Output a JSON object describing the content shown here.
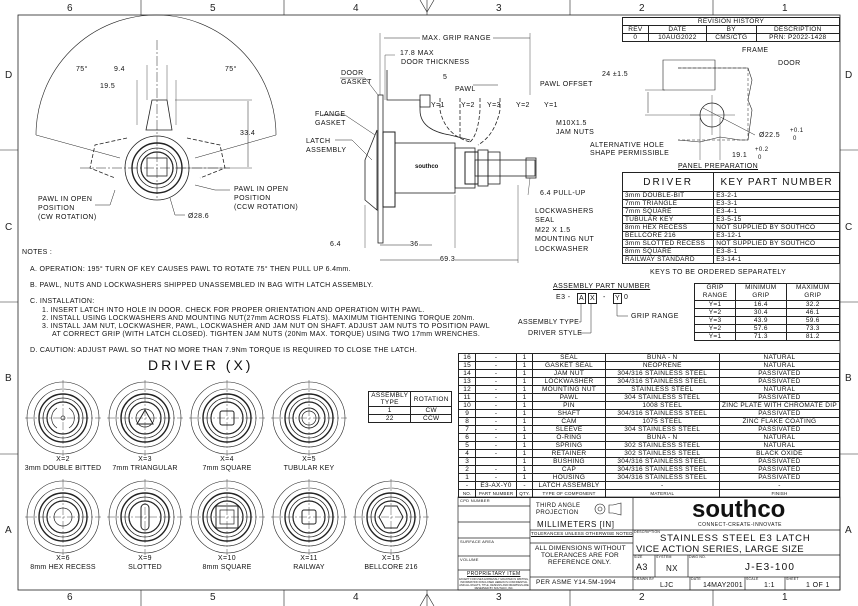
{
  "zones": {
    "columns": [
      "6",
      "5",
      "4",
      "3",
      "2",
      "1"
    ],
    "rows": [
      "D",
      "C",
      "B",
      "A"
    ]
  },
  "revision": {
    "title": "REVISION HISTORY",
    "headers": [
      "REV",
      "DATE",
      "BY",
      "DESCRIPTION"
    ],
    "row": [
      "0",
      "10AUG2022",
      "CMS/CTG",
      "PRN: P2022-1428"
    ]
  },
  "top_view": {
    "angle_left": "75°",
    "angle_right": "75°",
    "dim_9_4": "9.4",
    "dim_19_5": "19.5",
    "dim_33_4": "33.4",
    "dim_dia": "Ø28.6",
    "pawl_cw": [
      "PAWL IN OPEN",
      "POSITION",
      "(CW ROTATION)"
    ],
    "pawl_ccw": [
      "PAWL IN OPEN",
      "POSITION",
      "(CCW ROTATION)"
    ]
  },
  "side_view": {
    "max_grip": "MAX. GRIP RANGE",
    "door_thickness": [
      "17.8 MAX",
      "DOOR THICKNESS"
    ],
    "door_gasket": [
      "DOOR",
      "GASKET"
    ],
    "dim_5": "5",
    "pawl": "PAWL",
    "pawl_offset": "PAWL OFFSET",
    "flange_gasket": [
      "FLANGE",
      "GASKET"
    ],
    "latch_assembly": [
      "LATCH",
      "ASSEMBLY"
    ],
    "y_labels": [
      "Y=1",
      "Y=2",
      "Y=3",
      "Y=2",
      "Y=1"
    ],
    "jam_nuts": [
      "M10X1.5",
      "JAM NUTS"
    ],
    "brand": "southco",
    "pull_up": "6.4 PULL-UP",
    "lockwashers": "LOCKWASHERS",
    "seal": "SEAL",
    "mounting_nut": [
      "M22 X 1.5",
      "MOUNTING NUT"
    ],
    "lockwasher": "LOCKWASHER",
    "dim_6_4": "6.4",
    "dim_36": "36",
    "dim_69_3": "69.3"
  },
  "panel": {
    "frame": "FRAME",
    "door": "DOOR",
    "dim_24": "24 ±1.5",
    "alt_hole": [
      "ALTERNATIVE HOLE",
      "SHAPE PERMISSIBLE"
    ],
    "dia": "Ø22.5",
    "dia_tol": [
      "+0.1",
      "0"
    ],
    "width": "19.1",
    "width_tol": [
      "+0.2",
      "0"
    ],
    "title": "PANEL PREPARATION"
  },
  "key_table": {
    "headers": [
      "DRIVER",
      "KEY PART NUMBER"
    ],
    "rows": [
      [
        "3mm DOUBLE-BIT",
        "E3-2-1"
      ],
      [
        "7mm TRIANGLE",
        "E3-3-1"
      ],
      [
        "7mm SQUARE",
        "E3-4-1"
      ],
      [
        "TUBULAR KEY",
        "E3-5-15"
      ],
      [
        "8mm HEX RECESS",
        "NOT SUPPLIED BY SOUTHCO"
      ],
      [
        "BELLCORE 216",
        "E3-12-1"
      ],
      [
        "3mm SLOTTED RECESS",
        "NOT SUPPLIED BY SOUTHCO"
      ],
      [
        "8mm SQUARE",
        "E3-8-1"
      ],
      [
        "RAILWAY STANDARD",
        "E3-14-1"
      ]
    ],
    "footnote": "KEYS TO BE ORDERED SEPARATELY"
  },
  "notes": {
    "title": "NOTES :",
    "lines": [
      "A. OPERATION: 195° TURN OF KEY CAUSES PAWL TO ROTATE 75° THEN PULL UP 6.4mm.",
      "B. PAWL, NUTS AND LOCKWASHERS SHIPPED UNASSEMBLED IN BAG WITH LATCH ASSEMBLY.",
      "C. INSTALLATION:",
      "1. INSERT LATCH INTO HOLE IN DOOR. CHECK FOR PROPER ORIENTATION AND OPERATION WITH PAWL.",
      "2. INSTALL USING LOCKWASHERS AND MOUNTING NUT(27mm ACROSS FLATS). MAXIMUM TIGHTENING TORQUE 20Nm.",
      "3. INSTALL JAM NUT, LOCKWASHER, PAWL, LOCKWASHER AND JAM NUT ON SHAFT. ADJUST JAM NUTS TO POSITION PAWL",
      "AT CORRECT GRIP (WITH LATCH CLOSED). TIGHTEN JAM NUTS (20Nm MAX. TORQUE) USING TWO 17mm WRENCHES.",
      "D. CAUTION: ADJUST PAWL SO THAT NO MORE THAN 7.9Nm TORQUE IS REQUIRED TO CLOSE THE LATCH."
    ]
  },
  "assembly_pn": {
    "title": "ASSEMBLY PART NUMBER",
    "prefix": "E3 -",
    "a": "A",
    "x": "X",
    "dash": "-",
    "y": "Y",
    "suffix": "0",
    "assembly_type": "ASSEMBLY TYPE",
    "driver_style": "DRIVER STYLE",
    "grip_range": "GRIP RANGE"
  },
  "grip_table": {
    "headers": [
      [
        "GRIP",
        "RANGE"
      ],
      [
        "MINIMUM",
        "GRIP"
      ],
      [
        "MAXIMUM",
        "GRIP"
      ]
    ],
    "rows": [
      [
        "Y=1",
        "16.4",
        "32.2"
      ],
      [
        "Y=2",
        "30.4",
        "46.1"
      ],
      [
        "Y=3",
        "43.9",
        "59.6"
      ],
      [
        "Y=2",
        "57.6",
        "73.3"
      ],
      [
        "Y=1",
        "71.3",
        "81.2"
      ]
    ]
  },
  "drivers": {
    "title": "DRIVER (X)",
    "items": [
      {
        "code": "X=2",
        "name": "3mm DOUBLE BITTED",
        "shape": "double-bit"
      },
      {
        "code": "X=3",
        "name": "7mm TRIANGULAR",
        "shape": "triangle"
      },
      {
        "code": "X=4",
        "name": "7mm SQUARE",
        "shape": "square"
      },
      {
        "code": "X=5",
        "name": "TUBULAR KEY",
        "shape": "tubular"
      },
      {
        "code": "X=6",
        "name": "8mm HEX RECESS",
        "shape": "hex-recess"
      },
      {
        "code": "X=9",
        "name": "SLOTTED",
        "shape": "slot"
      },
      {
        "code": "X=10",
        "name": "8mm SQUARE",
        "shape": "square-large"
      },
      {
        "code": "X=11",
        "name": "RAILWAY",
        "shape": "railway"
      },
      {
        "code": "X=15",
        "name": "BELLCORE 216",
        "shape": "hexagon"
      }
    ]
  },
  "rotation_table": {
    "headers": [
      [
        "ASSEMBLY",
        "TYPE"
      ],
      "ROTATION"
    ],
    "rows": [
      [
        "1",
        "CW"
      ],
      [
        "22",
        "CCW"
      ]
    ]
  },
  "bom": {
    "rows": [
      [
        "16",
        "-",
        "1",
        "SEAL",
        "BUNA - N",
        "NATURAL"
      ],
      [
        "15",
        "-",
        "1",
        "GASKET SEAL",
        "NEOPRENE",
        "NATURAL"
      ],
      [
        "14",
        "-",
        "1",
        "JAM NUT",
        "304/316 STAINLESS STEEL",
        "PASSIVATED"
      ],
      [
        "13",
        "-",
        "1",
        "LOCKWASHER",
        "304/316 STAINLESS STEEL",
        "PASSIVATED"
      ],
      [
        "12",
        "-",
        "1",
        "MOUNTING NUT",
        "STAINLESS STEEL",
        "NATURAL"
      ],
      [
        "11",
        "-",
        "1",
        "PAWL",
        "304 STAINLESS STEEL",
        "PASSIVATED"
      ],
      [
        "10",
        "-",
        "1",
        "PIN",
        "1008 STEEL",
        "ZINC PLATE WITH CHROMATE DIP"
      ],
      [
        "9",
        "-",
        "1",
        "SHAFT",
        "304/316 STAINLESS STEEL",
        "PASSIVATED"
      ],
      [
        "8",
        "-",
        "1",
        "CAM",
        "1075 STEEL",
        "ZINC FLAKE COATING"
      ],
      [
        "7",
        "-",
        "1",
        "SLEEVE",
        "304 STAINLESS STEEL",
        "PASSIVATED"
      ],
      [
        "6",
        "-",
        "1",
        "O-RING",
        "BUNA - N",
        "NATURAL"
      ],
      [
        "5",
        "-",
        "1",
        "SPRING",
        "302 STAINLESS STEEL",
        "NATURAL"
      ],
      [
        "4",
        "-",
        "1",
        "RETAINER",
        "302 STAINLESS STEEL",
        "BLACK OXIDE"
      ],
      [
        "3",
        "",
        "1",
        "BUSHING",
        "304/316 STAINLESS STEEL",
        "PASSIVATED"
      ],
      [
        "2",
        "-",
        "1",
        "CAP",
        "304/316 STAINLESS STEEL",
        "PASSIVATED"
      ],
      [
        "1",
        "-",
        "1",
        "HOUSING",
        "304/316 STAINLESS STEEL",
        "PASSIVATED"
      ],
      [
        "-",
        "E3-AX-Y0",
        "-",
        "LATCH ASSEMBLY",
        "-",
        "-"
      ]
    ],
    "headers": [
      "NO.",
      "PART NUMBER",
      "QTY.",
      "TYPE OF COMPONENT",
      "MATERIAL",
      "FINISH"
    ]
  },
  "title_block": {
    "cpd_number": "CPD NUMBER",
    "surface_area": "SURFACE AREA",
    "volume": "VOLUME",
    "proprietary": "PROPRIETARY ITEM",
    "proprietary_text": "EXCEPT FOR USES EXPRESSLY GRANTED IN WRITING, INFORMATION DISCLOSED HEREIN IS CONFIDENTIAL AND ALL RIGHTS, TITLE, DESIGNS AND DRAWINGS ARE RESERVED BY SOUTHCO, INC.",
    "projection": [
      "THIRD ANGLE",
      "PROJECTION"
    ],
    "units": "MILLIMETERS [IN]",
    "tolerances": "TOLERANCES UNLESS OTHERWISE NOTED",
    "tol_text": [
      "ALL DIMENSIONS WITHOUT",
      "TOLERANCES ARE FOR",
      "REFERENCE ONLY."
    ],
    "standard": "PER ASME Y14.5M-1994",
    "logo": "southco",
    "tagline": "CONNECT-CREATE-INNOVATE",
    "description_label": "DESCRIPTION",
    "description": [
      "STAINLESS STEEL E3 LATCH",
      "VICE ACTION SERIES, LARGE SIZE"
    ],
    "size_label": "SIZE",
    "size": "A3",
    "system_label": "SYSTEM",
    "system": "NX",
    "dwg_label": "DWG NO.",
    "dwg": "J-E3-100",
    "drawn_label": "DRAWN BY",
    "drawn": "LJC",
    "date_label": "DATE",
    "date": "14MAY2001",
    "scale_label": "SCALE",
    "scale": "1:1",
    "sheet_label": "SHEET",
    "sheet": "1 OF 1"
  }
}
